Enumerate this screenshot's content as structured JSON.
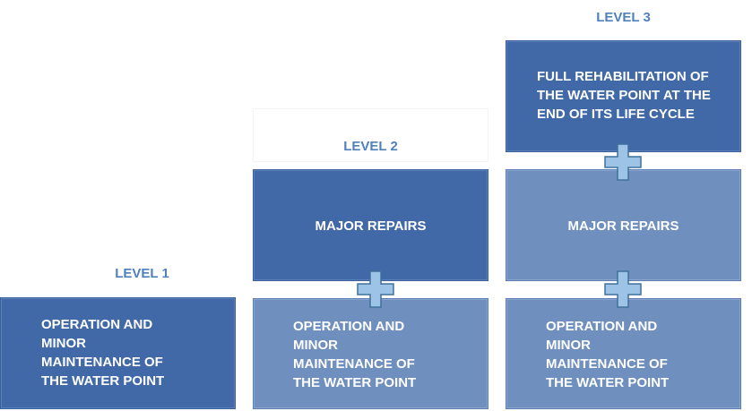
{
  "diagram": {
    "colors": {
      "label_text": "#4f81bd",
      "dark_box": "#4169a8",
      "light_box": "#6f8fbf",
      "plus_fill": "#9dc3e6",
      "plus_stroke": "#41719c"
    },
    "levels": [
      {
        "label": "LEVEL 1",
        "boxes": [
          {
            "line1": "OPERATION AND",
            "line2": "MINOR",
            "line3": "MAINTENANCE OF",
            "line4": "THE WATER POINT"
          }
        ]
      },
      {
        "label": "LEVEL 2",
        "boxes": [
          {
            "text": "MAJOR REPAIRS"
          },
          {
            "line1": "OPERATION AND",
            "line2": "MINOR",
            "line3": "MAINTENANCE OF",
            "line4": "THE WATER POINT"
          }
        ]
      },
      {
        "label": "LEVEL 3",
        "boxes": [
          {
            "line1": "FULL REHABILITATION OF",
            "line2": "THE WATER POINT AT THE",
            "line3": "END OF ITS LIFE CYCLE"
          },
          {
            "text": "MAJOR REPAIRS"
          },
          {
            "line1": "OPERATION AND",
            "line2": "MINOR",
            "line3": "MAINTENANCE OF",
            "line4": "THE WATER POINT"
          }
        ]
      }
    ],
    "connector_icon": "plus-icon"
  }
}
